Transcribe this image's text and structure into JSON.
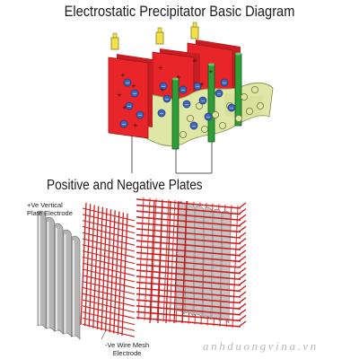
{
  "titles": {
    "main": "Electrostatic Precipitator Basic Diagram",
    "sub": "Positive and Negative Plates"
  },
  "labels": {
    "positive_line1": "+Ve Vertical",
    "positive_line2": "Plate Electrode",
    "negative_line1": "-Ve Wire Mesh",
    "negative_line2": "Electrode"
  },
  "watermark": "anhduongvina.vn",
  "symbols": {
    "plus": "+",
    "minus": "−"
  },
  "colors": {
    "collector_plate": "#e8262a",
    "discharge_electrode": "#2e9e38",
    "gas_particle": "#dfe7a6",
    "negative_ion": "#3f66b8",
    "insulator": "#f2e24a",
    "vertical_plate": "#b5b5b5",
    "wire_mesh": "#d11f1f"
  }
}
